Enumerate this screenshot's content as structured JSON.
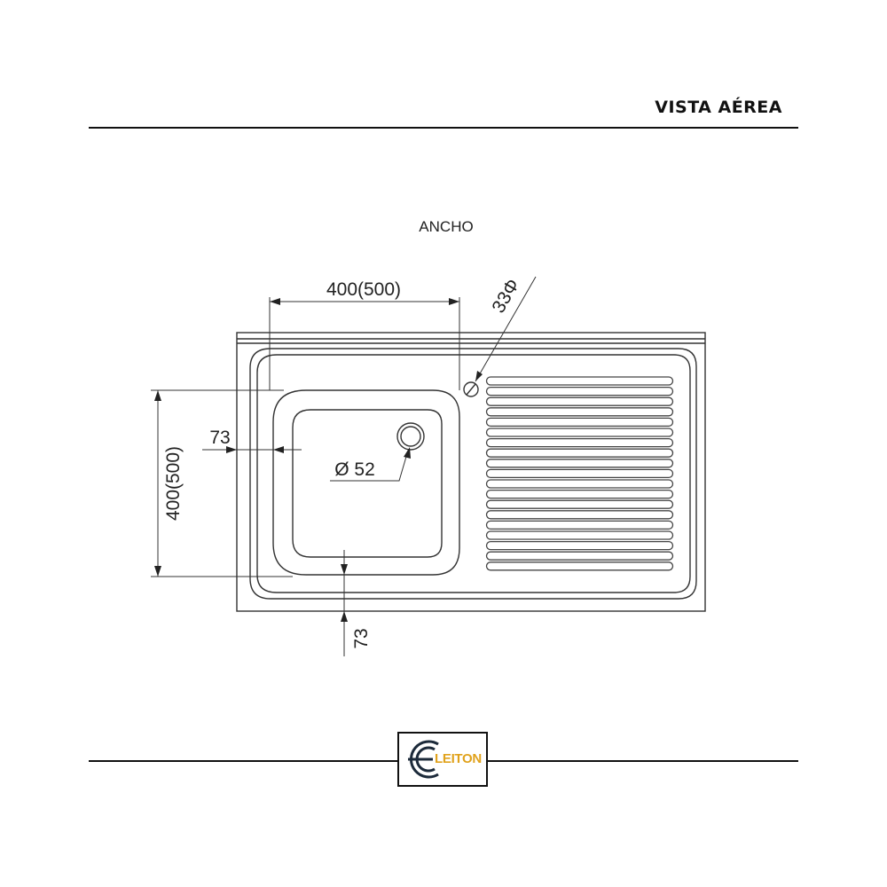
{
  "header": {
    "title": "VISTA AÉREA"
  },
  "drawing": {
    "width_label": "ANCHO",
    "dimensions": {
      "bowl_width": "400(500)",
      "bowl_depth": "400(500)",
      "left_offset": "73",
      "bottom_offset": "73",
      "drain_diameter": "Ø 52",
      "faucet_hole": "33Φ"
    },
    "drainboard_rib_count": 19,
    "line_color": "#333333"
  },
  "footer": {
    "logo_text": "LEITON",
    "logo_accent": "#e0a21c",
    "logo_ring_color": "#1c2a3a"
  }
}
